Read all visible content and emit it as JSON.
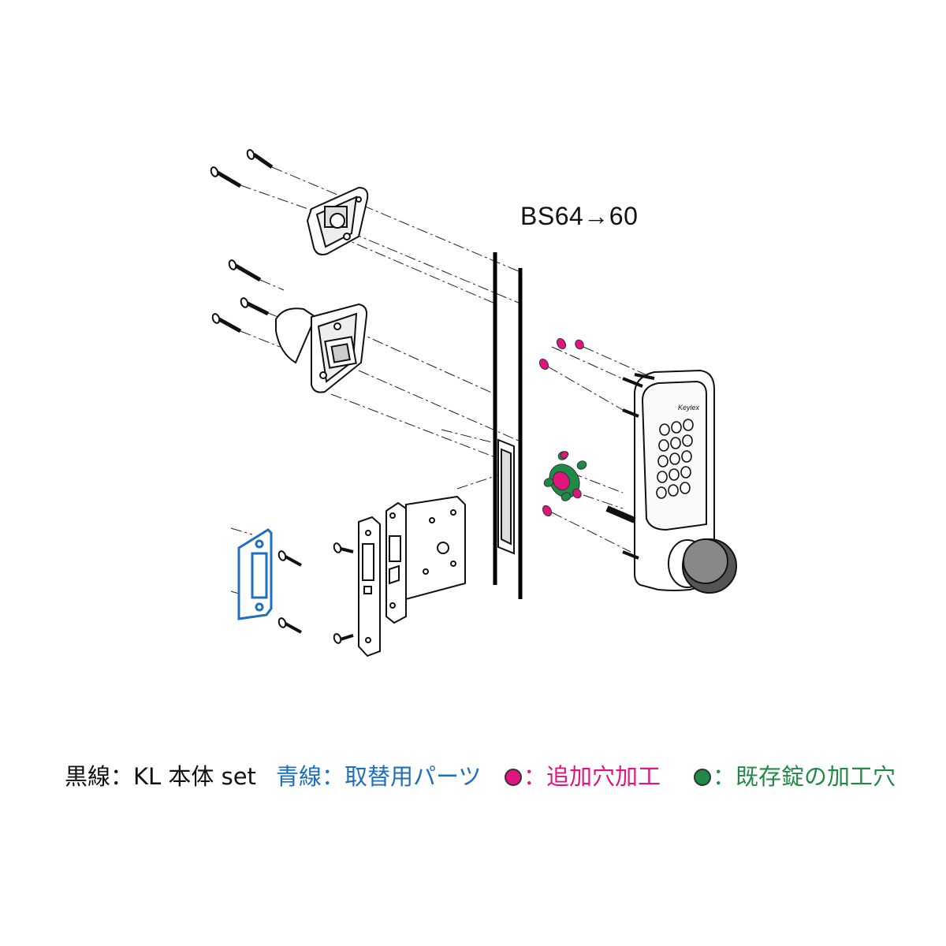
{
  "diagram": {
    "backset_label": "BS64→60",
    "brand_mark": "Keylex",
    "colors": {
      "kit_lines": "#111111",
      "replacement_parts": "#1f6fbf",
      "new_holes": "#e0157f",
      "existing_holes": "#1f8a46"
    }
  },
  "legend": {
    "black_line": "黒線：KL 本体 set",
    "blue_line": "青線：取替用パーツ",
    "pink_dot": "：追加穴加工",
    "green_dot": "：既存錠の加工穴"
  }
}
